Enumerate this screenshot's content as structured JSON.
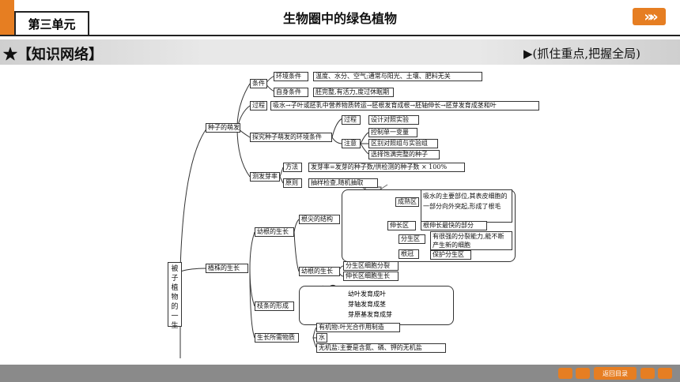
{
  "header": {
    "unit": "第三单元",
    "title": "生物圈中的绿色植物",
    "next_arrows": "»»"
  },
  "banner": {
    "left": "★【知识网络】",
    "right": "▶(抓住重点,把握全局)"
  },
  "map": {
    "root": "被子植物的一生",
    "seed": {
      "label": "种子的萌发",
      "conditions": {
        "label": "条件",
        "env_label": "环境条件",
        "env": "温度、水分、空气;通常与阳光、土壤、肥料无关",
        "self_label": "自身条件",
        "self": "胚完整,有活力,度过休眠期"
      },
      "process": {
        "label": "过程",
        "text": "吸水→子叶或胚乳中营养物质转运→胚根发育成根→胚轴伸长→胚芽发育成茎和叶"
      },
      "explore": {
        "label": "探究种子萌发的环境条件",
        "process_label": "过程",
        "process": "设计对照实验",
        "note_label": "注意",
        "notes": [
          "控制单一变量",
          "区别对照组与实验组",
          "选择饱满完整的种子"
        ]
      },
      "test": {
        "label": "测发芽率",
        "method_label": "方法",
        "method": "发芽率=发芽的种子数/供检测的种子数 × 100%",
        "principle_label": "原则",
        "principle": "抽样检查,随机抽取"
      }
    },
    "plant": {
      "label": "植株的生长",
      "root": {
        "label": "幼根的生长",
        "structure_label": "根尖的结构",
        "zones": {
          "mature": "成熟区",
          "elongation": "伸长区",
          "division": "分生区",
          "cap": "根冠"
        },
        "mature_desc": "吸水的主要部位,其表皮细胞的一部分向外突起,形成了根毛",
        "elongation_desc": "根伸长最快的部分",
        "division_desc": "有很强的分裂能力,能不断产生新的细胞",
        "cap_desc": "保护分生区",
        "growth_label": "幼根的生长",
        "growth": [
          "分生区细胞分裂",
          "伸长区细胞生长"
        ]
      },
      "shoot": {
        "label": "枝条的形成",
        "items": [
          "幼叶发育成叶",
          "芽轴发育成茎",
          "芽原基发育成芽"
        ]
      },
      "nutrition": {
        "label": "生长所需物质",
        "items": [
          "有机物:叶光合作用制造",
          "水",
          "无机盐:主要是含氮、磷、钾的无机盐"
        ]
      }
    }
  },
  "footer": {
    "back": "返回目录"
  }
}
